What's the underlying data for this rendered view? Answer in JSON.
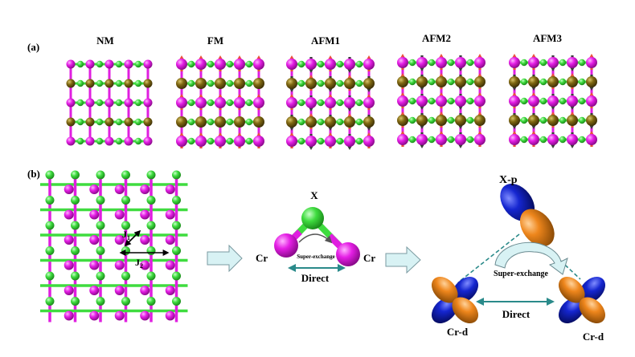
{
  "panel_a": {
    "label": "(a)",
    "titles": [
      "NM",
      "FM",
      "AFM1",
      "AFM2",
      "AFM3"
    ]
  },
  "panel_b": {
    "label": "(b)",
    "j1_label": "J",
    "j1_sub": "1",
    "j2_label": "J",
    "j2_sub": "2",
    "trimer": {
      "x_label": "X",
      "cr_left": "Cr",
      "cr_right": "Cr",
      "super_exchange": "Super-exchange",
      "direct": "Direct"
    },
    "orbital": {
      "xp_label": "X-p",
      "crd_left": "Cr-d",
      "crd_right": "Cr-d",
      "super_exchange": "Super-exchange",
      "direct": "Direct"
    }
  },
  "colors": {
    "magenta_atom": "#e01ee0",
    "green_atom": "#3fdc3f",
    "olive_atom": "#7a6410",
    "spin_up_arrow": "#e8503a",
    "spin_down_arrow": "#3a3a3a",
    "orbital_blue": "#1020c8",
    "orbital_orange": "#e8801a",
    "dashed_line": "#2a8a8a",
    "panel_arrow_fill": "#d8f2f4"
  }
}
